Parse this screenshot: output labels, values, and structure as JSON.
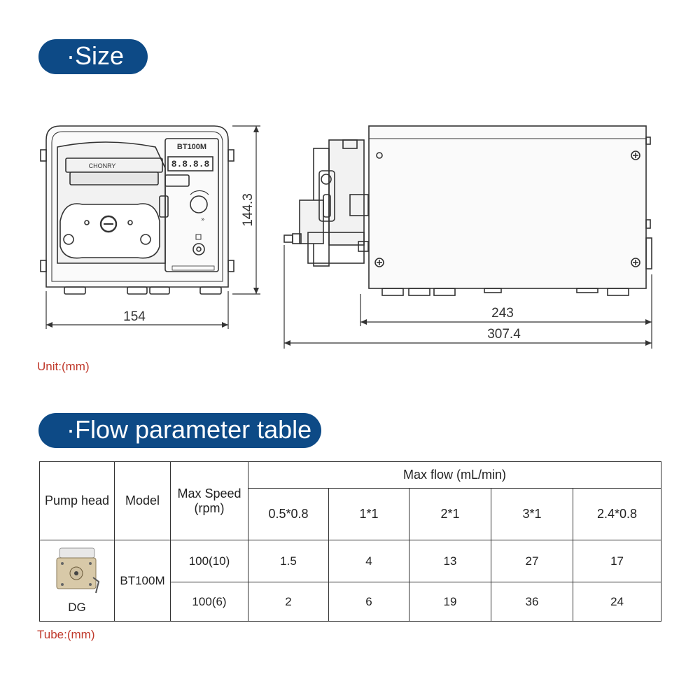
{
  "sections": {
    "size_title": "·Size",
    "flow_title": "·Flow parameter table"
  },
  "drawing": {
    "front_width": "154",
    "front_height": "144.3",
    "body_length": "243",
    "total_length": "307.4",
    "model_label": "BT100M",
    "brand_label": "CHONRY",
    "display_text": "8.8.8.8"
  },
  "unit_note": "Unit:(mm)",
  "tube_note": "Tube:(mm)",
  "table": {
    "headers": {
      "pump_head": "Pump head",
      "model": "Model",
      "max_speed": "Max Speed",
      "max_speed_unit": "(rpm)",
      "max_flow": "Max flow (mL/min)"
    },
    "tube_sizes": [
      "0.5*0.8",
      "1*1",
      "2*1",
      "3*1",
      "2.4*0.8"
    ],
    "pump_head_name": "DG",
    "model_name": "BT100M",
    "rows": [
      {
        "speed": "100(10)",
        "flows": [
          "1.5",
          "4",
          "13",
          "27",
          "17"
        ]
      },
      {
        "speed": "100(6)",
        "flows": [
          "2",
          "6",
          "19",
          "36",
          "24"
        ]
      }
    ]
  }
}
